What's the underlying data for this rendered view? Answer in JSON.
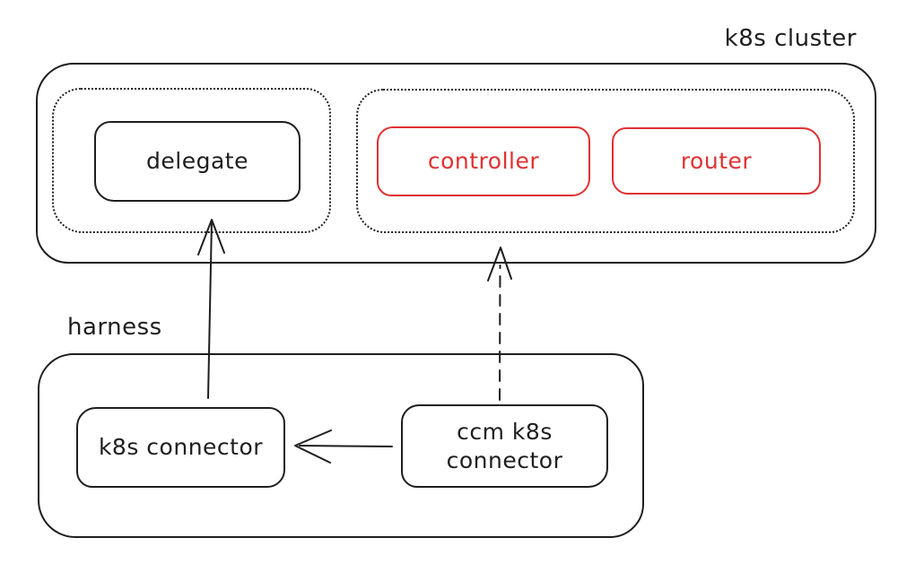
{
  "colors": {
    "stroke": "#1e1e1e",
    "accent_red": "#e03131",
    "background": "#ffffff"
  },
  "k8s_cluster": {
    "label": "k8s cluster",
    "delegate_pod": {
      "delegate": {
        "label": "delegate"
      }
    },
    "workload_pod": {
      "controller": {
        "label": "controller"
      },
      "router": {
        "label": "router"
      }
    }
  },
  "harness": {
    "label": "harness",
    "k8s_connector": {
      "label": "k8s connector"
    },
    "ccm_k8s_connector": {
      "label_line1": "ccm k8s",
      "label_line2": "connector"
    }
  },
  "edges": [
    {
      "name": "k8s-connector-to-delegate",
      "style": "solid",
      "from": "k8s connector",
      "to": "delegate"
    },
    {
      "name": "ccm-k8s-connector-to-workload-pod",
      "style": "dashed",
      "from": "ccm k8s connector",
      "to": "workload pod"
    },
    {
      "name": "ccm-k8s-connector-to-k8s-connector",
      "style": "solid-open-head",
      "from": "ccm k8s connector",
      "to": "k8s connector"
    }
  ]
}
